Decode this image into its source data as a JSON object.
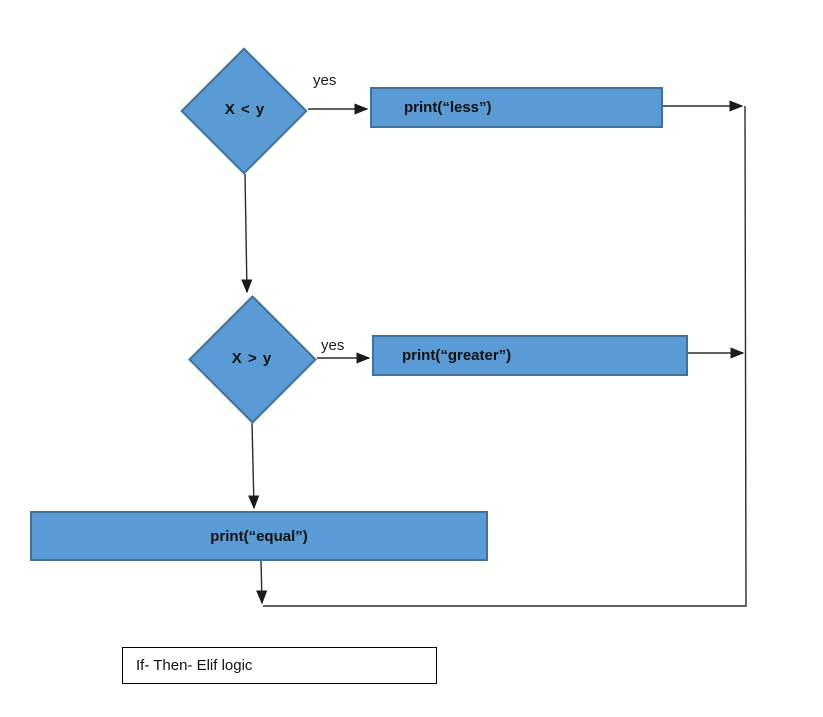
{
  "diagram": {
    "type": "flowchart",
    "caption": "If- Then- Elif logic",
    "colors": {
      "shape_fill": "#5b9bd5",
      "shape_border": "#41719c",
      "connector": "#2b2b2b",
      "background": "#ffffff"
    },
    "nodes": {
      "decision_less": {
        "type": "decision",
        "label": "X < y"
      },
      "decision_greater": {
        "type": "decision",
        "label": "X > y"
      },
      "process_less": {
        "type": "process",
        "label": "print(“less”)"
      },
      "process_greater": {
        "type": "process",
        "label": "print(“greater”)"
      },
      "process_equal": {
        "type": "process",
        "label": "print(“equal”)"
      }
    },
    "edges": {
      "less_yes": {
        "label": "yes",
        "from": "decision_less",
        "to": "process_less"
      },
      "greater_yes": {
        "label": "yes",
        "from": "decision_greater",
        "to": "process_greater"
      }
    }
  }
}
